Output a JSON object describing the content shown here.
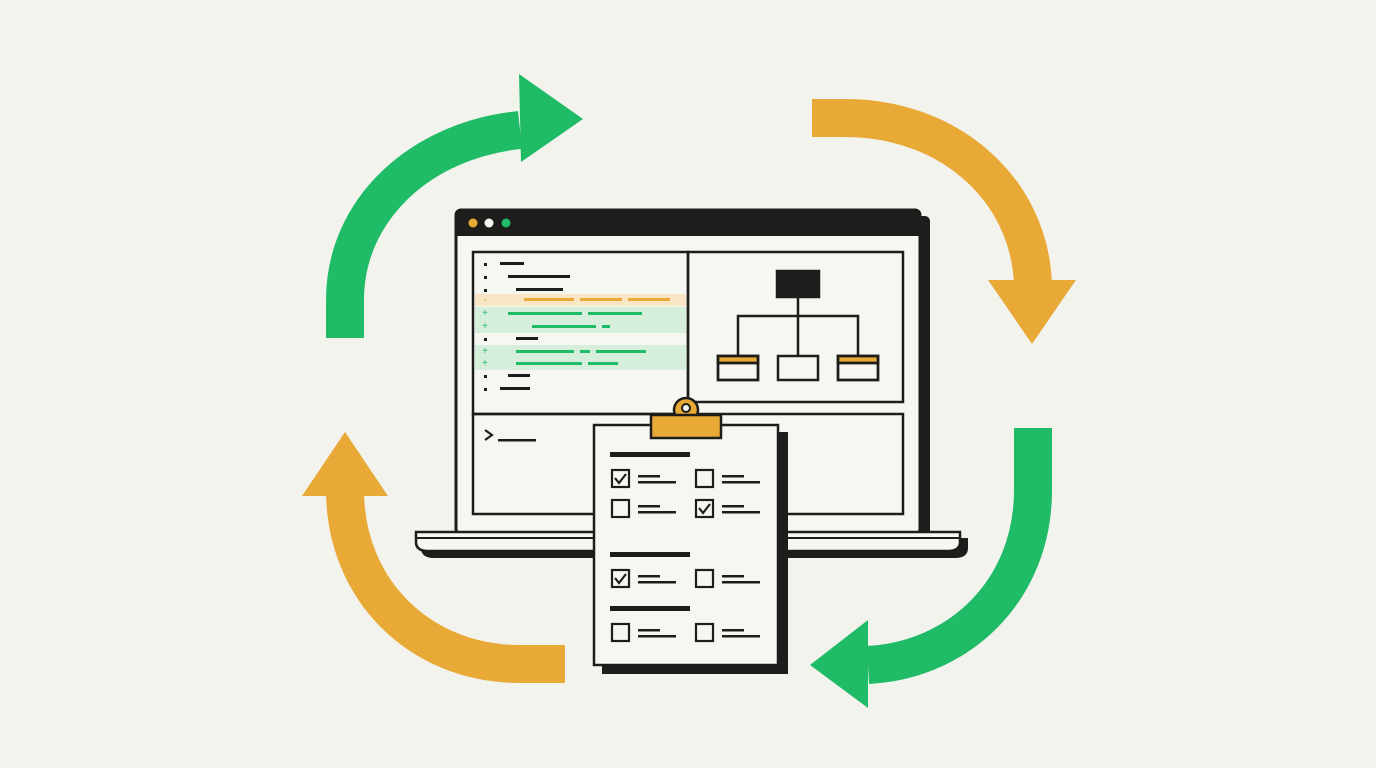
{
  "colors": {
    "background": "#f3f3ee",
    "ink": "#1d1d1b",
    "paper": "#f7f7f2",
    "green": "#1fbb67",
    "yellow": "#e8a936",
    "diff_removed_bg": "#f8e6c4",
    "diff_added_bg": "#d6efdc"
  },
  "cycle_arrows": [
    {
      "name": "cycle-arrow-top-left",
      "color": "green",
      "direction": "clockwise"
    },
    {
      "name": "cycle-arrow-top-right",
      "color": "yellow",
      "direction": "clockwise"
    },
    {
      "name": "cycle-arrow-bottom-right",
      "color": "green",
      "direction": "clockwise"
    },
    {
      "name": "cycle-arrow-bottom-left",
      "color": "yellow",
      "direction": "clockwise"
    }
  ],
  "laptop": {
    "window_dots": [
      "yellow",
      "white",
      "green"
    ],
    "editor": {
      "gutter_markers": [
        "·",
        "·",
        "·",
        "-",
        "+",
        "+",
        "·",
        "+",
        "+",
        "·",
        "·"
      ],
      "diff_states": [
        "normal",
        "normal",
        "normal",
        "removed",
        "added",
        "added",
        "normal",
        "added",
        "added",
        "normal",
        "normal"
      ]
    },
    "diagram_panel": {
      "icon": "hierarchy-icon",
      "child_nodes": 3,
      "highlighted_children": [
        0,
        2
      ]
    },
    "terminal": {
      "prompt_icon": "chevron-right-icon"
    }
  },
  "clipboard": {
    "icon": "checklist-icon",
    "sections": [
      {
        "items": [
          {
            "checked": true
          },
          {
            "checked": false
          },
          {
            "checked": false
          },
          {
            "checked": true
          }
        ]
      },
      {
        "items": [
          {
            "checked": true
          },
          {
            "checked": false
          }
        ]
      },
      {
        "items": [
          {
            "checked": false
          },
          {
            "checked": false
          }
        ]
      }
    ]
  }
}
